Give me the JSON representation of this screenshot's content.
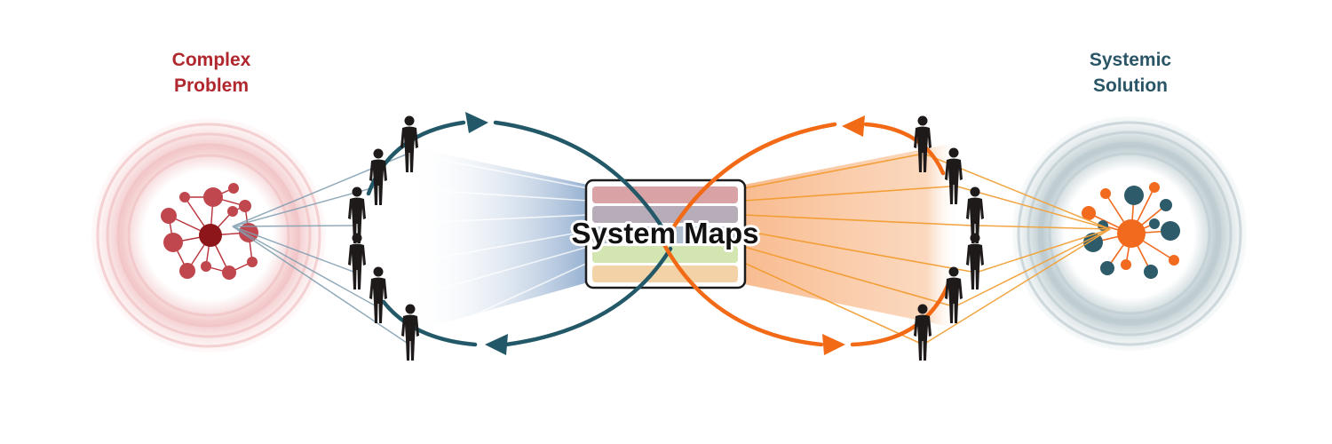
{
  "problem": {
    "title_line1": "Complex",
    "title_line2": "Problem",
    "color": "#b0272d",
    "node_color": "#c0474d",
    "hub_color": "#8c1619"
  },
  "solution": {
    "title_line1": "Systemic",
    "title_line2": "Solution",
    "color": "#2a5566",
    "node_teal": "#2d5b69",
    "node_orange": "#f26a1e"
  },
  "system_maps": {
    "label": "System Maps",
    "band_colors": [
      "#d9a3a6",
      "#b6adb9",
      "#b0bfcf",
      "#d3e6b1",
      "#f3d2a8"
    ]
  },
  "colors": {
    "teal_arrow": "#225868",
    "orange_arrow": "#f26a16",
    "blue_wedge": "#8aa8cc",
    "orange_wedge": "#f6a56b",
    "person": "#1f1a1a"
  }
}
